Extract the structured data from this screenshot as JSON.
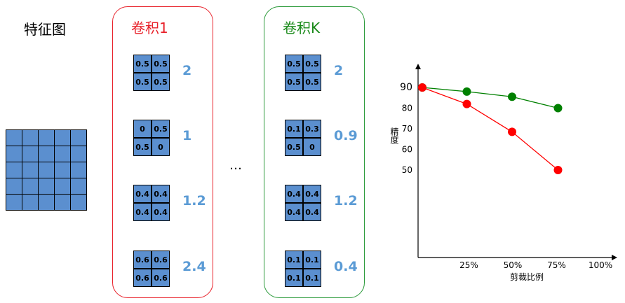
{
  "feature_map": {
    "title": "特征图",
    "rows": 5,
    "cols": 5,
    "cell_color": "#5b8fcf"
  },
  "ellipsis": "…",
  "panels": [
    {
      "title": "卷积1",
      "color": "#e8212a",
      "kernels": [
        {
          "values": [
            "0.5",
            "0.5",
            "0.5",
            "0.5"
          ],
          "score": "2"
        },
        {
          "values": [
            "0",
            "0.5",
            "0.5",
            "0"
          ],
          "score": "1"
        },
        {
          "values": [
            "0.4",
            "0.4",
            "0.4",
            "0.4"
          ],
          "score": "1.2"
        },
        {
          "values": [
            "0.6",
            "0.6",
            "0.6",
            "0.6"
          ],
          "score": "2.4"
        }
      ]
    },
    {
      "title": "卷积K",
      "color": "#2b9a3a",
      "kernels": [
        {
          "values": [
            "0.5",
            "0.5",
            "0.5",
            "0.5"
          ],
          "score": "2"
        },
        {
          "values": [
            "0.1",
            "0.3",
            "0.5",
            "0"
          ],
          "score": "0.9"
        },
        {
          "values": [
            "0.4",
            "0.4",
            "0.4",
            "0.4"
          ],
          "score": "1.2"
        },
        {
          "values": [
            "0.1",
            "0.1",
            "0.1",
            "0.1"
          ],
          "score": "0.4"
        }
      ]
    }
  ],
  "chart_data": {
    "type": "line",
    "ylabel": "精度",
    "xlabel": "剪裁比例",
    "x_ticks": [
      "25%",
      "50%",
      "75%",
      "100%"
    ],
    "y_ticks": [
      "90",
      "80",
      "70",
      "60",
      "50"
    ],
    "xlim": [
      0,
      100
    ],
    "ylim": [
      10,
      97
    ],
    "series": [
      {
        "color": "#008000",
        "x": [
          0,
          25,
          50,
          75
        ],
        "y": [
          90,
          88,
          85.5,
          80
        ]
      },
      {
        "color": "#ff0000",
        "x": [
          0,
          25,
          50,
          75
        ],
        "y": [
          90,
          82,
          68.5,
          50
        ]
      }
    ]
  }
}
